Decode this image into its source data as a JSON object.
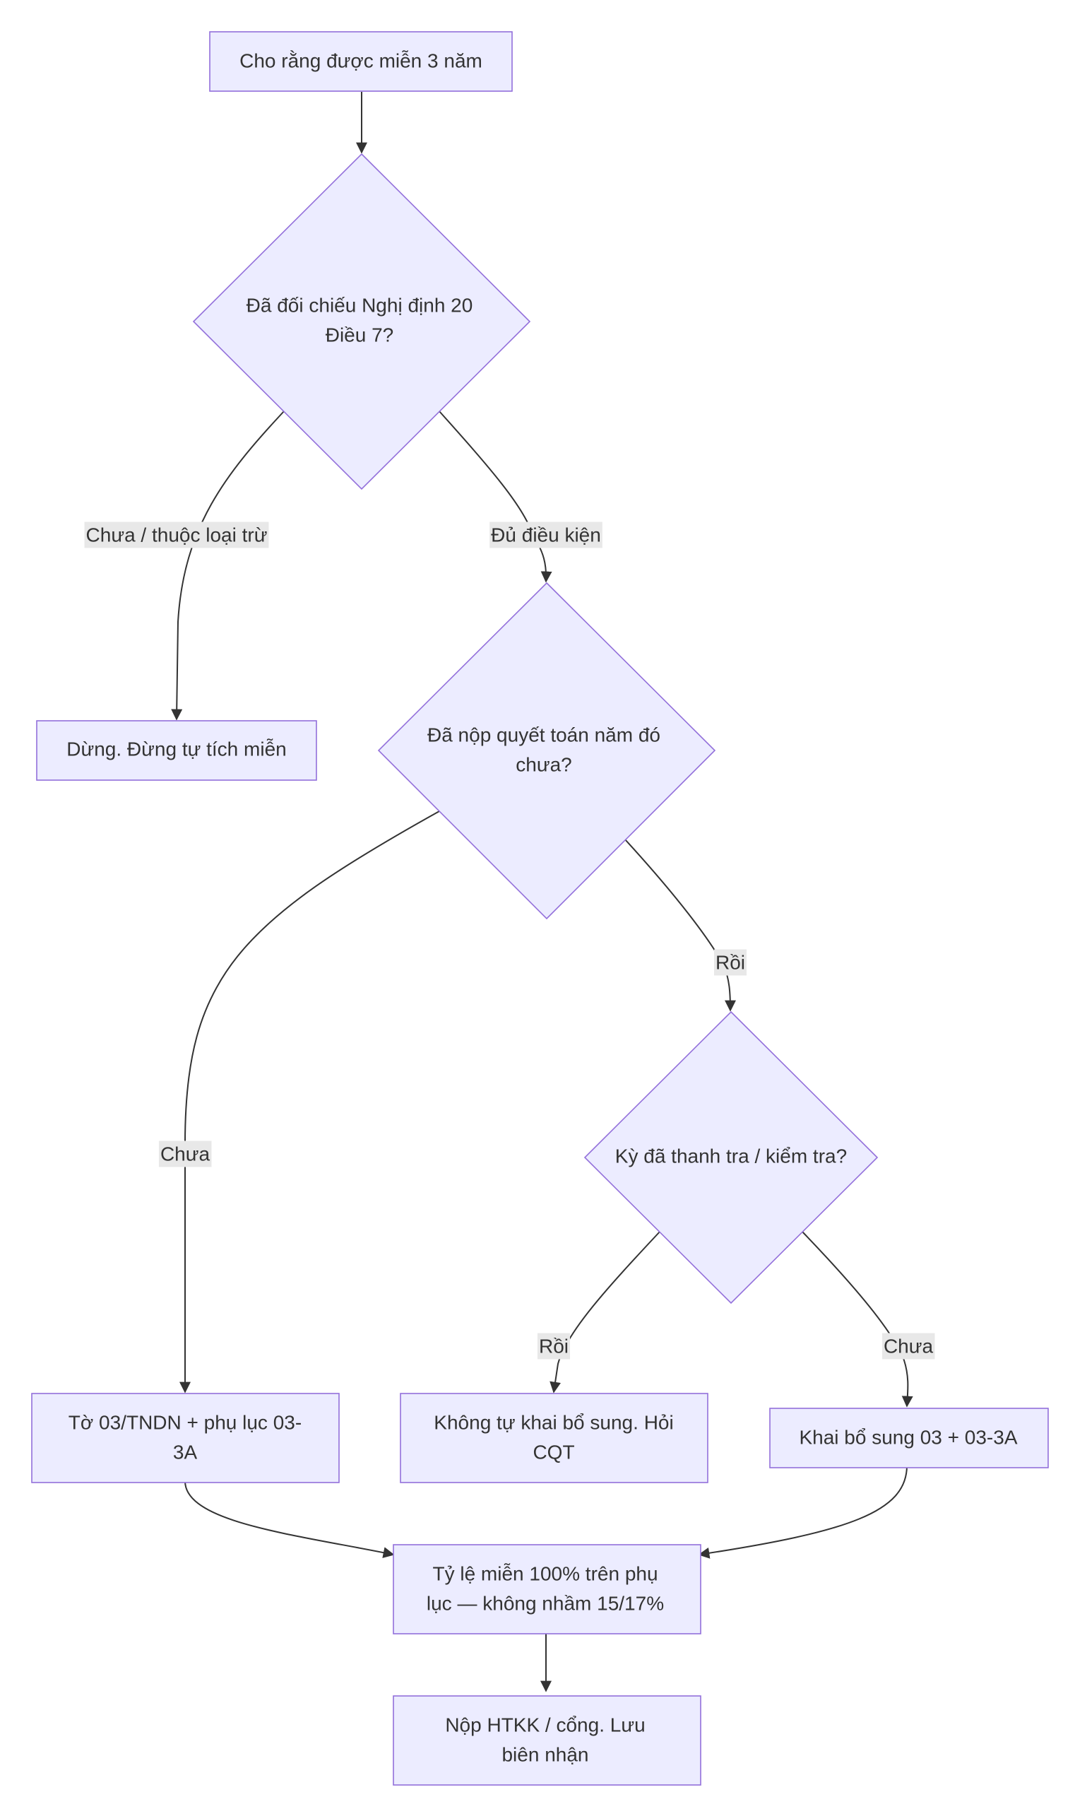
{
  "diagram": {
    "nodes": {
      "start": {
        "lines": [
          "Cho rằng được miễn 3 năm"
        ]
      },
      "check_decree": {
        "lines": [
          "Đã đối chiếu Nghị định 20",
          "Điều 7?"
        ]
      },
      "stop": {
        "lines": [
          "Dừng. Đừng tự tích miễn"
        ]
      },
      "filed": {
        "lines": [
          "Đã nộp quyết toán năm đó",
          "chưa?"
        ]
      },
      "inspected": {
        "lines": [
          "Kỳ đã thanh tra / kiểm tra?"
        ]
      },
      "form03": {
        "lines": [
          "Tờ 03/TNDN + phụ lục 03-",
          "3A"
        ]
      },
      "ask_tax": {
        "lines": [
          "Không tự khai bổ sung. Hỏi",
          "CQT"
        ]
      },
      "supplement": {
        "lines": [
          "Khai bổ sung 03 + 03-3A"
        ]
      },
      "rate": {
        "lines": [
          "Tỷ lệ miễn 100% trên phụ",
          "lục — không nhầm 15/17%"
        ]
      },
      "submit": {
        "lines": [
          "Nộp HTKK / cổng. Lưu",
          "biên nhận"
        ]
      }
    },
    "edge_labels": {
      "not_yet_excluded": "Chưa / thuộc loại trừ",
      "eligible": "Đủ điều kiện",
      "filed_yes": "Rồi",
      "filed_no": "Chưa",
      "inspected_yes": "Rồi",
      "inspected_no": "Chưa"
    },
    "colors": {
      "node_fill": "#ececff",
      "node_stroke": "#9370db",
      "edge": "#333333",
      "label_bg": "#e8e8e8",
      "text": "#333333"
    }
  }
}
